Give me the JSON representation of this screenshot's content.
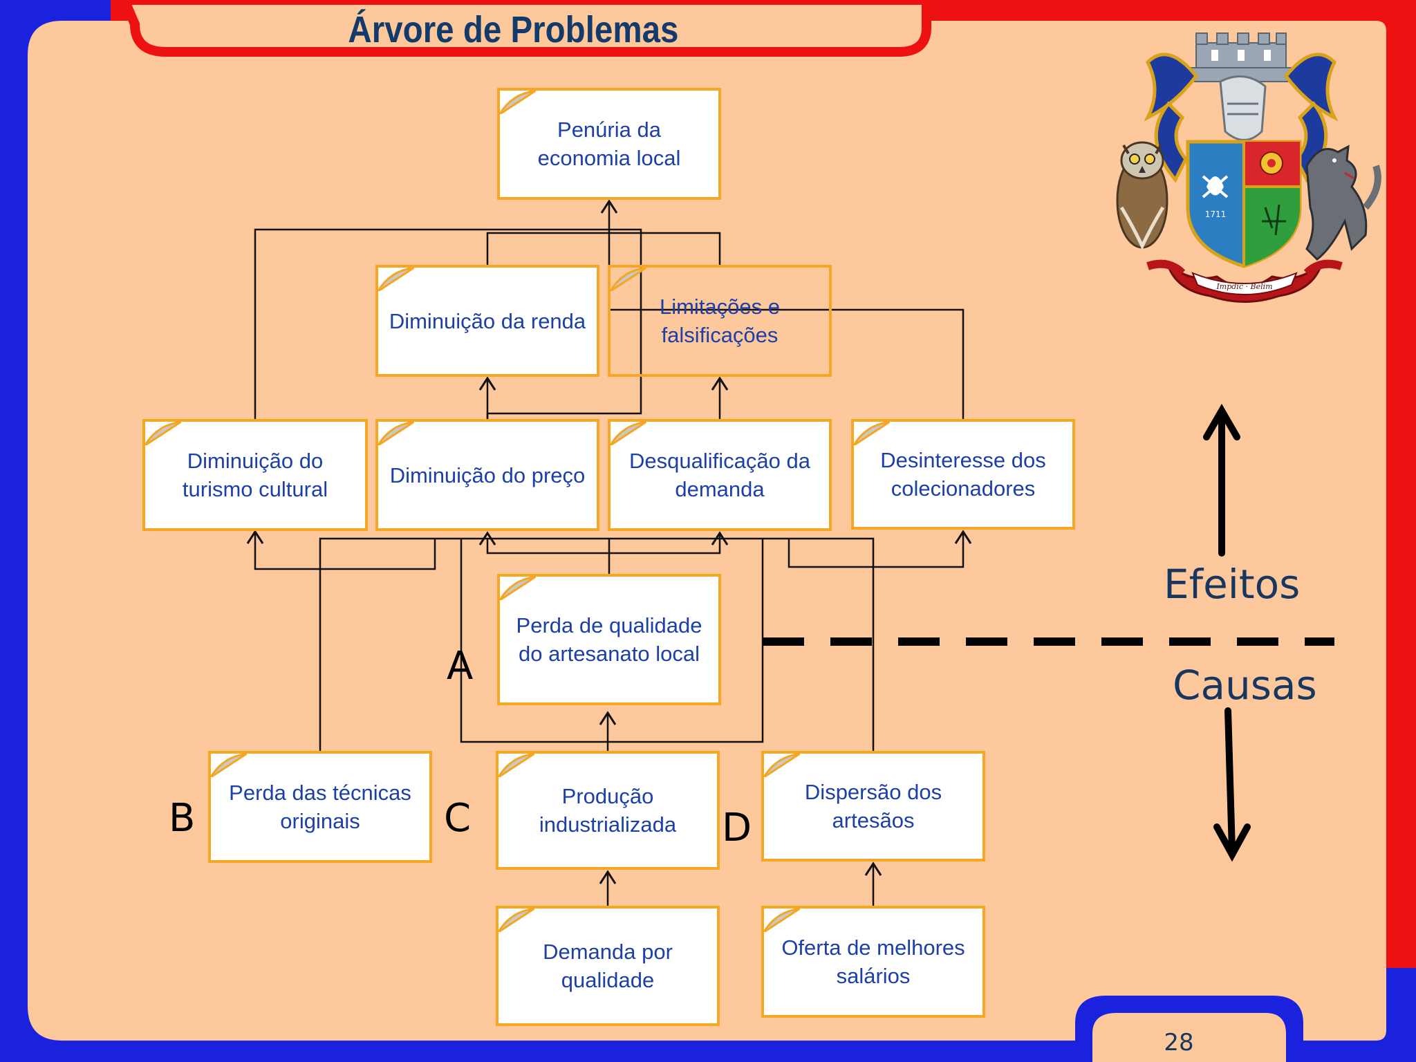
{
  "slide": {
    "title": "Árvore de Problemas",
    "page_number": "28",
    "colors": {
      "background": "#fcc89c",
      "frame_red": "#ee1111",
      "frame_blue": "#1a22dd",
      "box_border": "#f5a623",
      "box_text": "#1c3fa8",
      "title_text": "#123a6b"
    }
  },
  "diagram": {
    "nodes": {
      "penuria": "Penúria da economia local",
      "renda": "Diminuição da renda",
      "limitacoes": "Limitações e falsificações",
      "turismo": "Diminuição do turismo cultural",
      "preco": "Diminuição do preço",
      "desqualificacao": "Desqualificação da demanda",
      "desinteresse": "Desinteresse dos colecionadores",
      "perda_qualidade": "Perda de qualidade do artesanato local",
      "perda_tecnicas": "Perda das técnicas originais",
      "producao": "Produção industrializada",
      "dispersao": "Dispersão dos artesãos",
      "demanda_qualidade": "Demanda por qualidade",
      "oferta_salarios": "Oferta de melhores salários"
    },
    "letters": {
      "a": "A",
      "b": "B",
      "c": "C",
      "d": "D"
    },
    "effects_label": "Efeitos",
    "causes_label": "Causas"
  },
  "emblem": {
    "motto": "Impdic · Belim",
    "year": "1711",
    "icon": "coat-of-arms-icon"
  }
}
